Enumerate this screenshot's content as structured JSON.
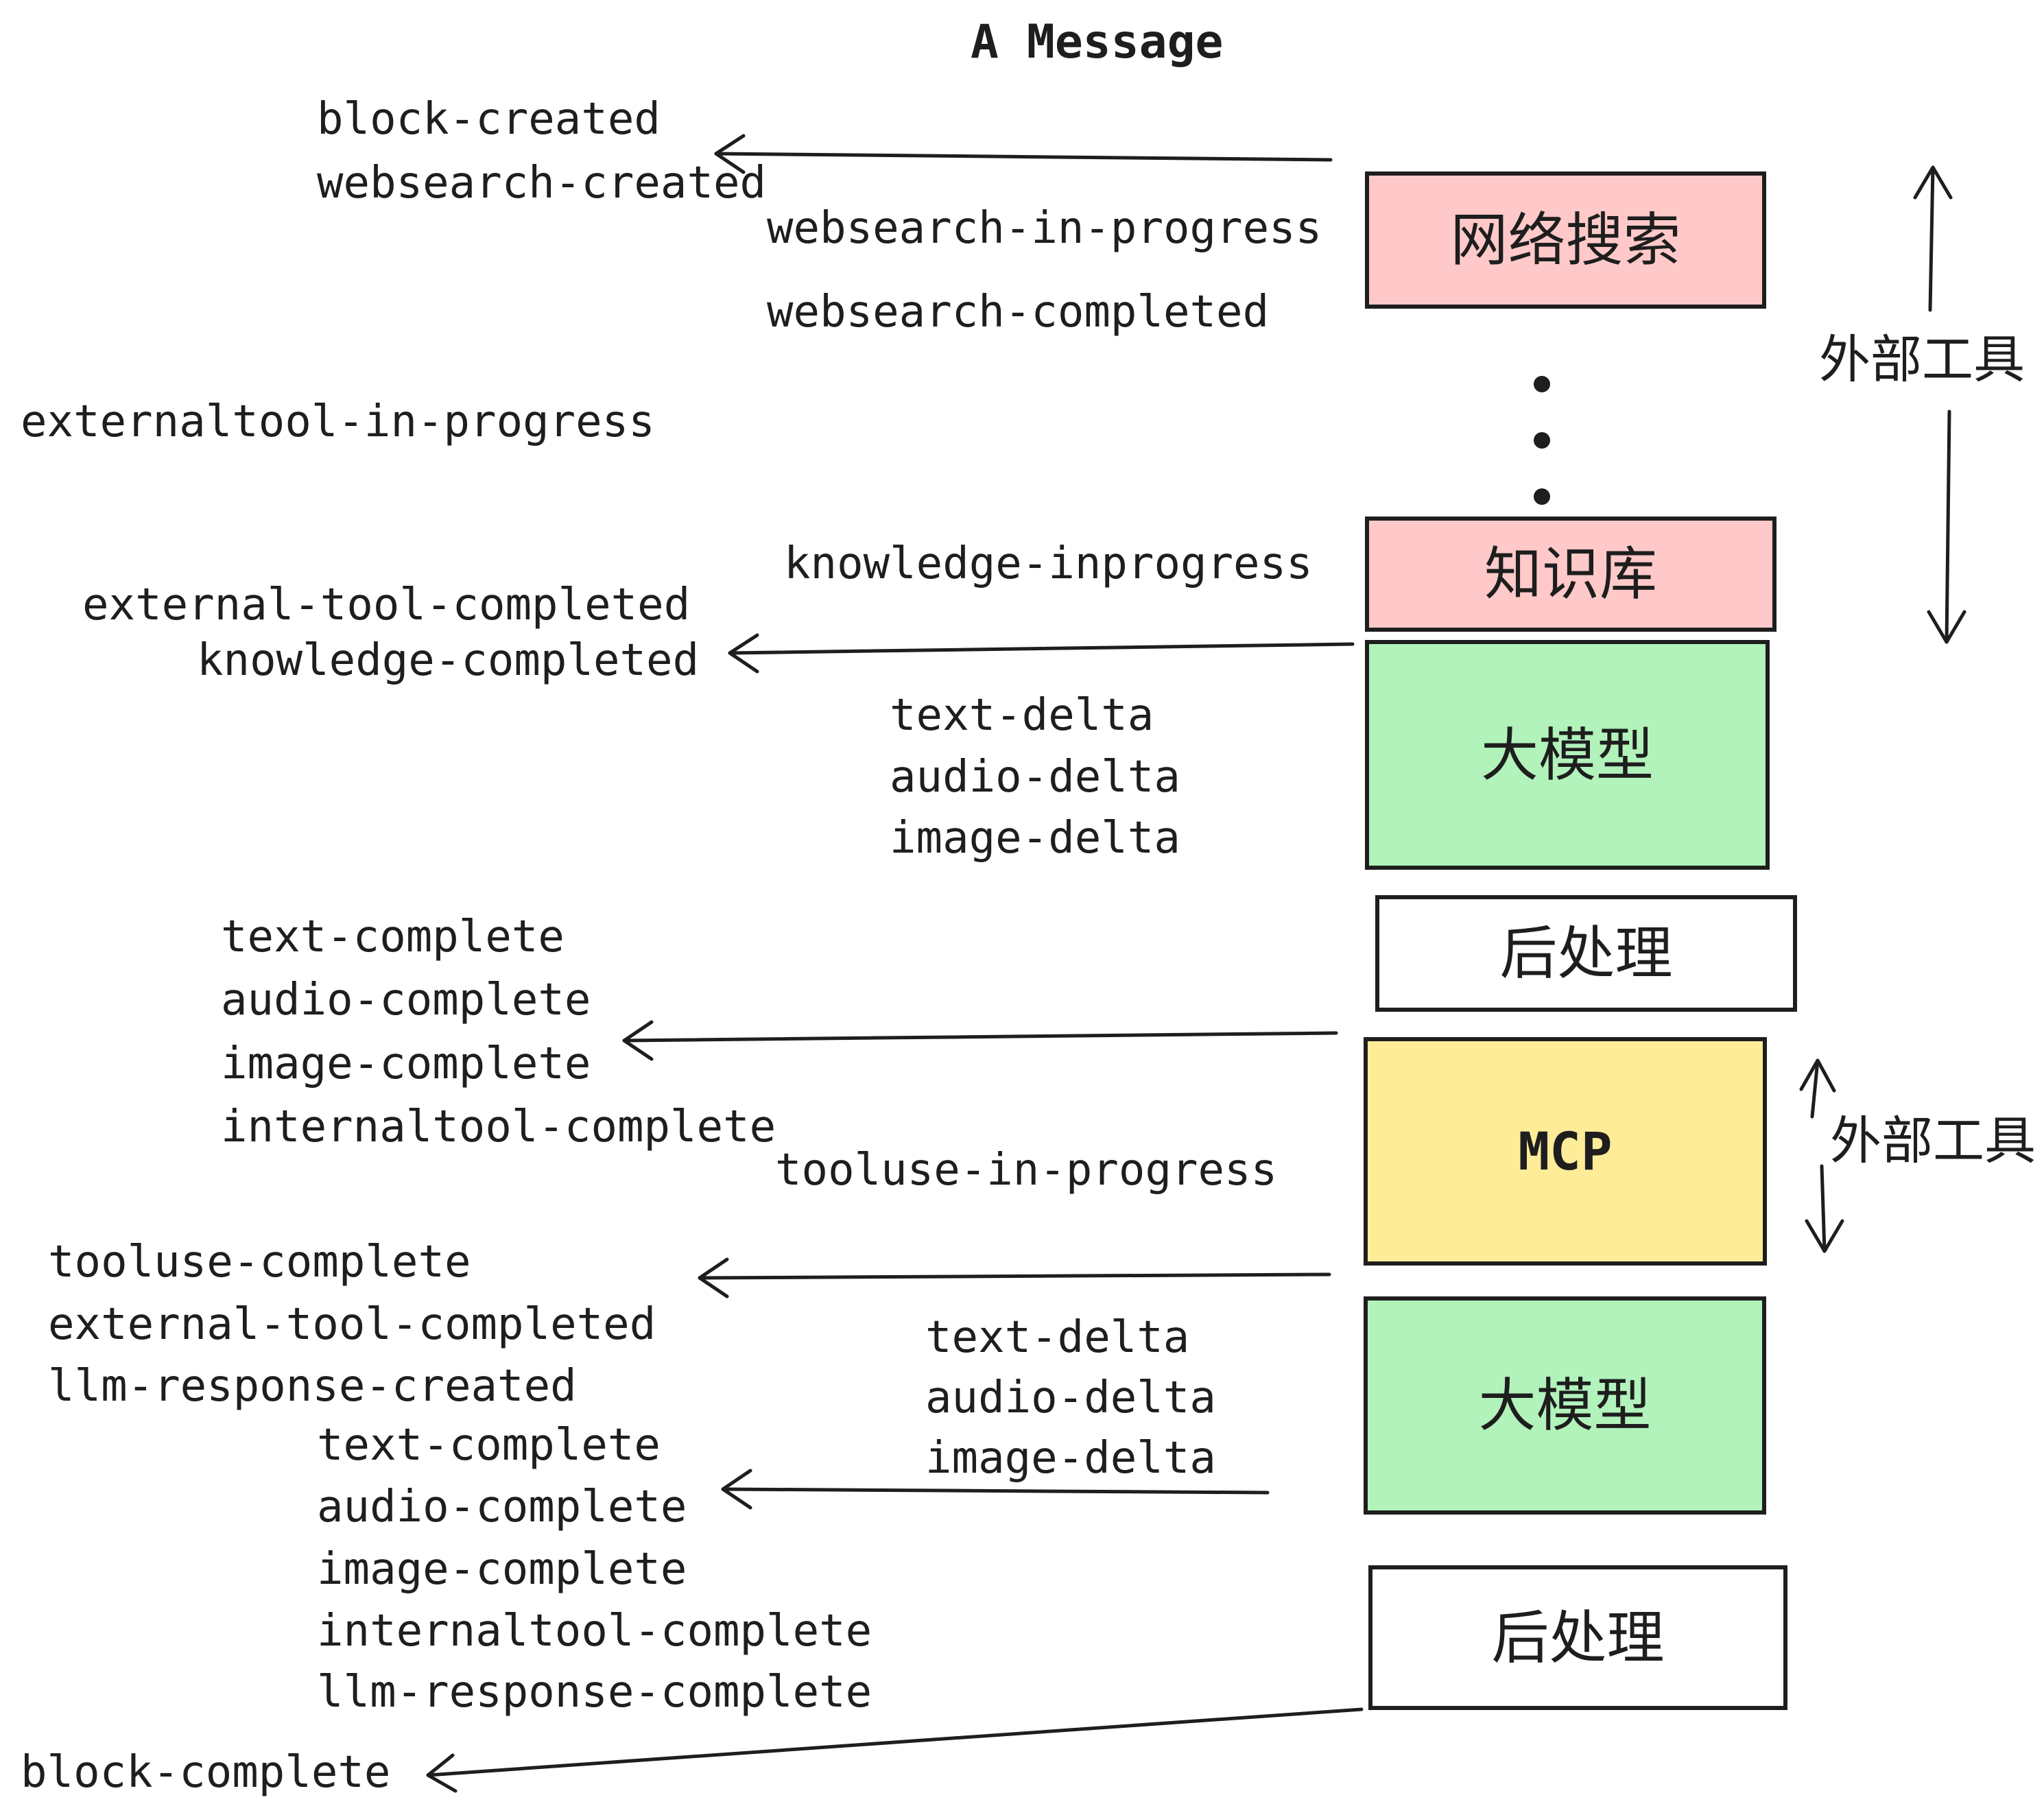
{
  "title": "A Message",
  "colors": {
    "ink": "#1e1e1e",
    "box_pink": "#ffc9c9",
    "box_green": "#b2f2bb",
    "box_yellow": "#ffec99",
    "box_white": "#ffffff"
  },
  "boxes": [
    {
      "id": "websearch",
      "label": "网络搜索"
    },
    {
      "id": "knowledge",
      "label": "知识库"
    },
    {
      "id": "llm-1",
      "label": "大模型"
    },
    {
      "id": "post-1",
      "label": "后处理"
    },
    {
      "id": "mcp",
      "label": "MCP"
    },
    {
      "id": "llm-2",
      "label": "大模型"
    },
    {
      "id": "post-2",
      "label": "后处理"
    }
  ],
  "events": [
    {
      "text": "block-created"
    },
    {
      "text": "websearch-created"
    },
    {
      "text": "websearch-in-progress"
    },
    {
      "text": "websearch-completed"
    },
    {
      "text": "externaltool-in-progress"
    },
    {
      "text": "knowledge-inprogress"
    },
    {
      "text": "external-tool-completed"
    },
    {
      "text": "knowledge-completed"
    },
    {
      "text": "text-delta"
    },
    {
      "text": "audio-delta"
    },
    {
      "text": "image-delta"
    },
    {
      "text": "text-complete"
    },
    {
      "text": "audio-complete"
    },
    {
      "text": "image-complete"
    },
    {
      "text": "internaltool-complete"
    },
    {
      "text": "tooluse-in-progress"
    },
    {
      "text": "tooluse-complete"
    },
    {
      "text": "external-tool-completed"
    },
    {
      "text": "llm-response-created"
    },
    {
      "text": "text-complete"
    },
    {
      "text": "audio-complete"
    },
    {
      "text": "image-complete"
    },
    {
      "text": "internaltool-complete"
    },
    {
      "text": "llm-response-complete"
    },
    {
      "text": "block-complete"
    },
    {
      "text": "text-delta"
    },
    {
      "text": "audio-delta"
    },
    {
      "text": "image-delta"
    }
  ],
  "annotations": [
    {
      "label": "外部工具"
    },
    {
      "label": "外部工具"
    }
  ]
}
